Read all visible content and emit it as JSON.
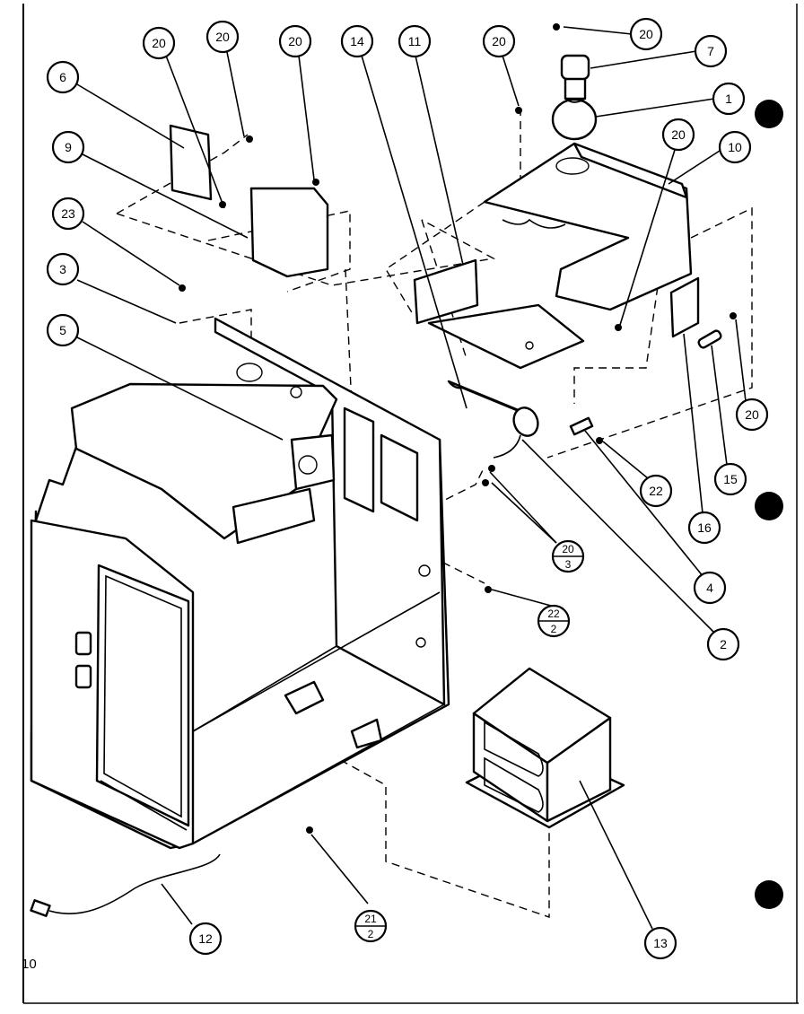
{
  "diagram": {
    "callouts": [
      {
        "id": "c20a",
        "number": "20"
      },
      {
        "id": "c20b",
        "number": "20"
      },
      {
        "id": "c20c",
        "number": "20"
      },
      {
        "id": "c14",
        "number": "14"
      },
      {
        "id": "c11",
        "number": "11"
      },
      {
        "id": "c20d",
        "number": "20"
      },
      {
        "id": "c20e",
        "number": "20"
      },
      {
        "id": "c7",
        "number": "7"
      },
      {
        "id": "c1",
        "number": "1"
      },
      {
        "id": "c20f",
        "number": "20"
      },
      {
        "id": "c10",
        "number": "10"
      },
      {
        "id": "c6",
        "number": "6"
      },
      {
        "id": "c9",
        "number": "9"
      },
      {
        "id": "c23",
        "number": "23"
      },
      {
        "id": "c3",
        "number": "3"
      },
      {
        "id": "c5",
        "number": "5"
      },
      {
        "id": "c20g",
        "number": "20"
      },
      {
        "id": "c22",
        "number": "22"
      },
      {
        "id": "c15",
        "number": "15"
      },
      {
        "id": "c16",
        "number": "16"
      },
      {
        "id": "c4",
        "number": "4"
      },
      {
        "id": "c2",
        "number": "2"
      },
      {
        "id": "c12",
        "number": "12"
      },
      {
        "id": "c13",
        "number": "13"
      }
    ],
    "split_callouts": [
      {
        "id": "s20-3",
        "top": "20",
        "bottom": "3"
      },
      {
        "id": "s22-2",
        "top": "22",
        "bottom": "2"
      },
      {
        "id": "s21-2",
        "top": "21",
        "bottom": "2"
      }
    ],
    "page_number": "10"
  }
}
